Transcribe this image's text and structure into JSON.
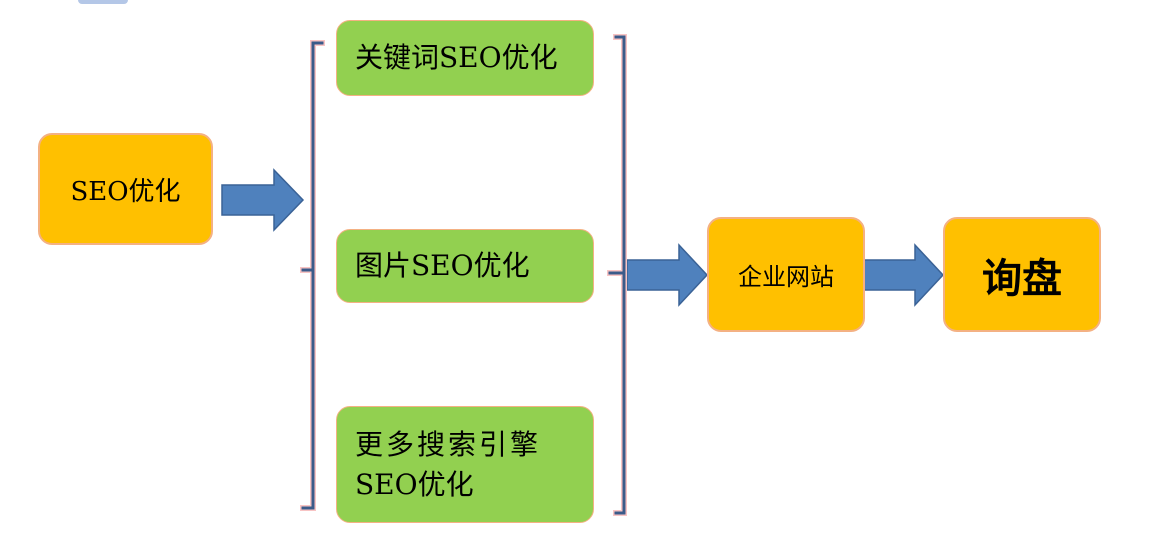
{
  "nodes": {
    "source": "SEO优化",
    "branches": [
      "关键词SEO优化",
      "图片SEO优化",
      "更多搜索引擎SEO优化"
    ],
    "branch3_lines": [
      "更多搜索引擎",
      "SEO优化"
    ],
    "website": "企业网站",
    "result": "询盘"
  },
  "colors": {
    "orange": "#FFC000",
    "green": "#92D050",
    "arrow": "#4F81BD",
    "bracket": "#3B5B8A"
  }
}
